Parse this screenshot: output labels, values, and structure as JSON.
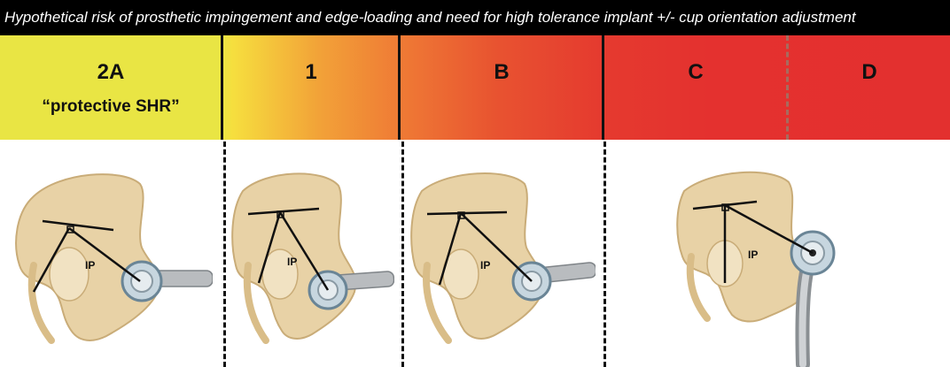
{
  "title": "Hypothetical risk of prosthetic impingement and edge-loading and need for high tolerance implant +/- cup orientation adjustment",
  "zones": [
    {
      "label": "2A",
      "sub": "“protective SHR”"
    },
    {
      "label": "1"
    },
    {
      "label": "B"
    },
    {
      "label": "C"
    },
    {
      "label": "D"
    }
  ],
  "figures": [
    {
      "angle_label": "IP"
    },
    {
      "angle_label": "IP"
    },
    {
      "angle_label": "IP"
    },
    {
      "angle_label": "IP"
    }
  ],
  "colors": {
    "title_bg": "#000000",
    "zone_2a": "#e9e544",
    "zone_1_start": "#f6df3e",
    "zone_b": "#ef7b35",
    "zone_cd": "#e3302f",
    "bone": "#e8d2a6"
  }
}
